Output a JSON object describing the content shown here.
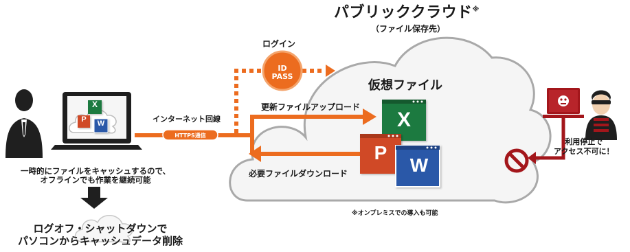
{
  "cloud": {
    "title": "パブリッククラウド",
    "title_mark": "※",
    "subtitle": "（ファイル保存先）",
    "virtual_file": "仮想ファイル"
  },
  "login": {
    "label": "ログイン",
    "badge_line1": "ID",
    "badge_line2": "PASS"
  },
  "connection": {
    "internet_label": "インターネット回線",
    "https_badge": "HTTPS通信"
  },
  "flows": {
    "upload": "更新ファイルアップロード",
    "download": "必要ファイルダウンロード"
  },
  "client": {
    "cache_note_line1": "一時的にファイルをキャッシュするので、",
    "cache_note_line2": "オフラインでも作業を継続可能",
    "logoff_line1": "ログオフ・シャットダウンで",
    "logoff_line2": "パソコンからキャッシュデータ削除"
  },
  "apps": {
    "excel": "X",
    "powerpoint": "P",
    "word": "W"
  },
  "footnote": "※オンプレミスでの導入も可能",
  "attacker": {
    "line1": "利用停止で",
    "line2": "アクセス不可に！"
  },
  "colors": {
    "orange": "#ec6c1f",
    "excel": "#1f7a40",
    "powerpoint": "#d04a26",
    "word": "#2b59a8",
    "stop": "#a3161b",
    "cloud_fill": "#f5f5f5",
    "cloud_stroke": "#a9a9a9",
    "dark": "#1f1f1f"
  }
}
